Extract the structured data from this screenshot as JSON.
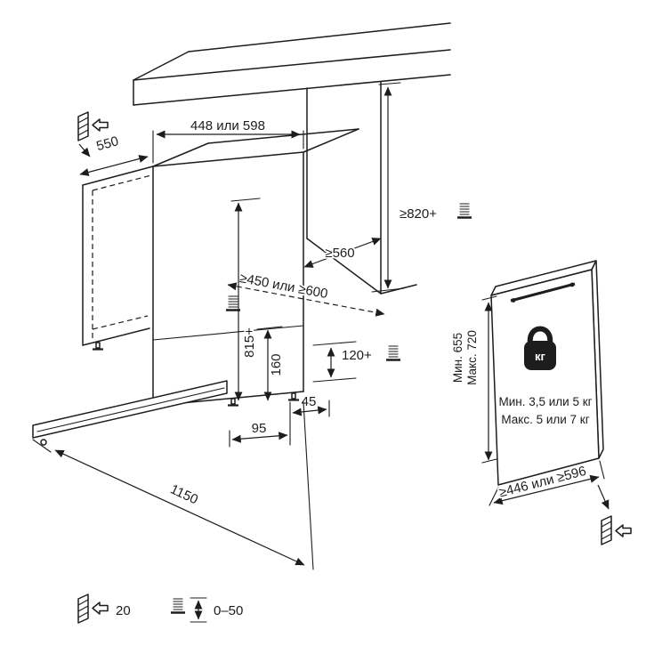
{
  "diagram": {
    "dimensions": {
      "cabinet_depth": "550",
      "niche_width_top": "448 или 598",
      "worktop_height": "≥820+",
      "niche_depth": "≥560",
      "niche_width_floor": "≥450 или ≥600",
      "niche_height": "815+",
      "plinth_height": "160",
      "foot_adjust_height": "120+",
      "offset_side": "45",
      "offset_front": "95",
      "door_open_clearance": "1150"
    },
    "furniture_panel": {
      "height_min": "Мин. 655",
      "height_max": "Макс. 720",
      "weight_min": "Мин. 3,5 или 5 кг",
      "weight_max": "Макс. 5 или 7 кг",
      "width": "≥446 или ≥596",
      "weight_icon_label": "кг"
    },
    "legend": {
      "panel_thickness": "20",
      "foot_adjust_range": "0–50"
    },
    "colors": {
      "line": "#1d1d1d",
      "background": "#ffffff"
    }
  }
}
